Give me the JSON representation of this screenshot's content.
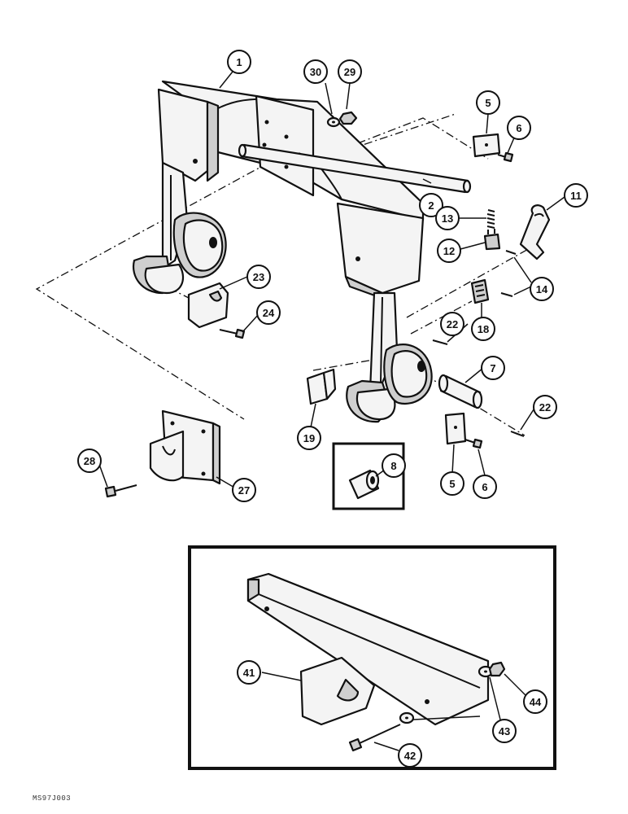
{
  "figure_code": "MS97J003",
  "callouts": {
    "c1": "1",
    "c30": "30",
    "c29": "29",
    "c5a": "5",
    "c6a": "6",
    "c2": "2",
    "c11": "11",
    "c13": "13",
    "c12": "12",
    "c14": "14",
    "c23": "23",
    "c24": "24",
    "c18": "18",
    "c22a": "22",
    "c7": "7",
    "c22b": "22",
    "c19": "19",
    "c8": "8",
    "c5b": "5",
    "c6b": "6",
    "c28": "28",
    "c27": "27",
    "c41": "41",
    "c44": "44",
    "c43": "43",
    "c42": "42"
  }
}
